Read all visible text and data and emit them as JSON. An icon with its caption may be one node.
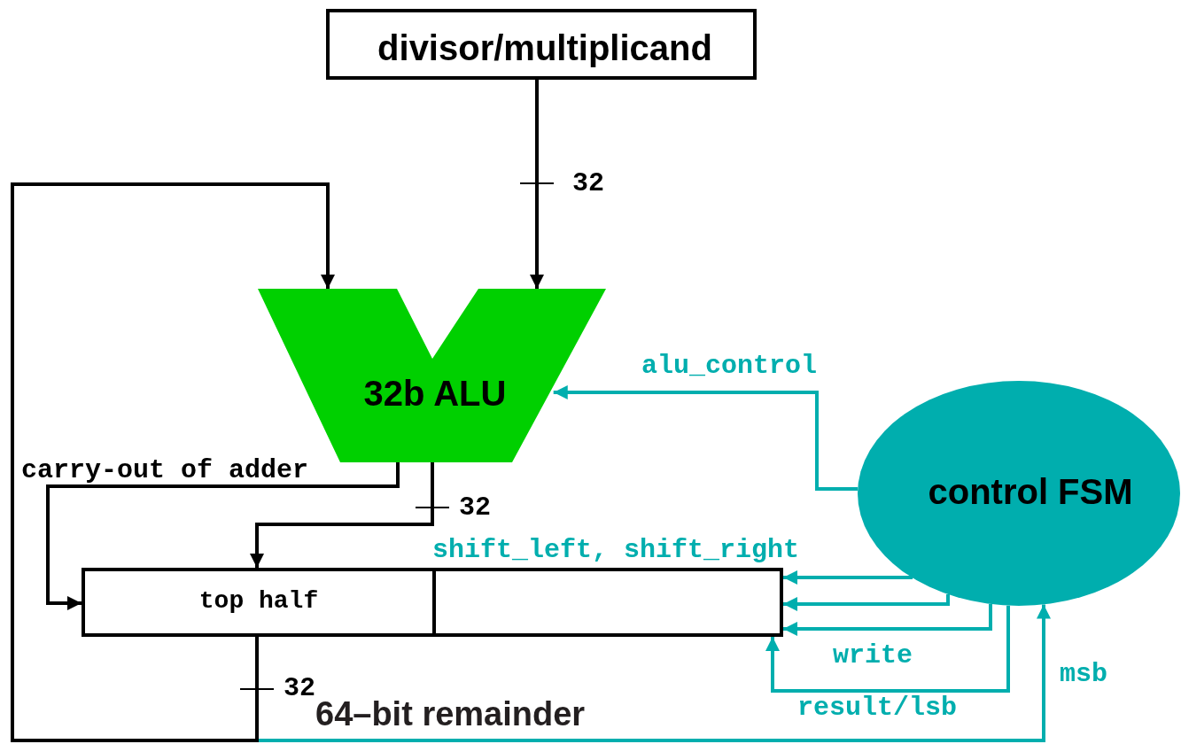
{
  "diagram": {
    "nodes": [
      {
        "text": [
          "divisor/multiplicand"
        ]
      },
      {
        "text": [
          "32b ALU"
        ]
      },
      {
        "text": [
          "control FSM"
        ]
      },
      {
        "text": [
          "64–bit remainder"
        ]
      },
      {
        "text": [
          "top half"
        ],
        "in": 3
      },
      {
        "text": [],
        "shape": "box",
        "in": 3
      }
    ],
    "edges": [
      {
        "from": 0,
        "to": 1,
        "arrow": "to",
        "label": "32",
        "color": "#000000"
      },
      {
        "from": 4,
        "to": 1,
        "arrow": "to",
        "label": "32",
        "color": "#000000"
      },
      {
        "from": 1,
        "to": 4,
        "arrow": "to",
        "label": "32",
        "color": "#000000"
      },
      {
        "from": 1,
        "to": 4,
        "arrow": "to",
        "label": "carry-out of adder",
        "color": "#000000"
      },
      {
        "from": 2,
        "to": 1,
        "arrow": "to",
        "label": "alu_control",
        "color": "#00aeae"
      },
      {
        "from": 2,
        "to": 5,
        "arrow": "to",
        "label": "shift_left, shift_right",
        "color": "#00aeae"
      },
      {
        "from": 2,
        "to": 5,
        "arrow": "to",
        "color": "#00aeae"
      },
      {
        "from": 2,
        "to": 5,
        "arrow": "to",
        "label": "write",
        "color": "#00aeae"
      },
      {
        "from": 2,
        "to": 5,
        "arrow": "to",
        "label": "result/lsb",
        "color": "#00aeae"
      },
      {
        "from": 4,
        "to": 2,
        "arrow": "to",
        "label": "msb",
        "color": "#00aeae"
      }
    ]
  }
}
